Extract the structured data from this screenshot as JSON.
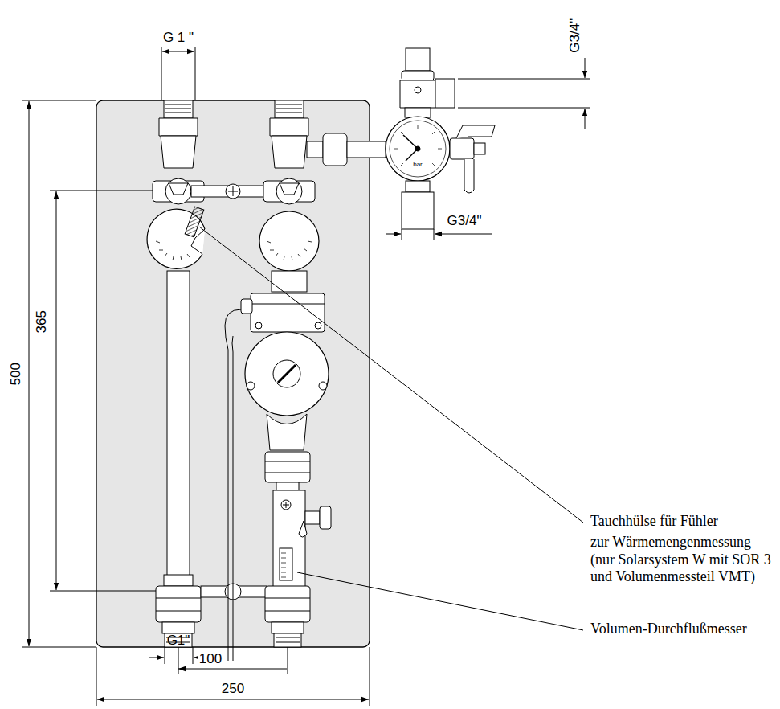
{
  "diagram": {
    "labels": [
      "G 1 \"",
      "G3/4\"",
      "500",
      "365",
      "bar",
      "G3/4\"",
      "Tauchhülse für Fühler",
      "zur Wärmemengenmessung (nur Solarsystem W mit SOR 3 und Volumenmessteil VMT)",
      "Volumen-Durchflußmesser",
      "G1\"",
      "100",
      "250"
    ]
  }
}
